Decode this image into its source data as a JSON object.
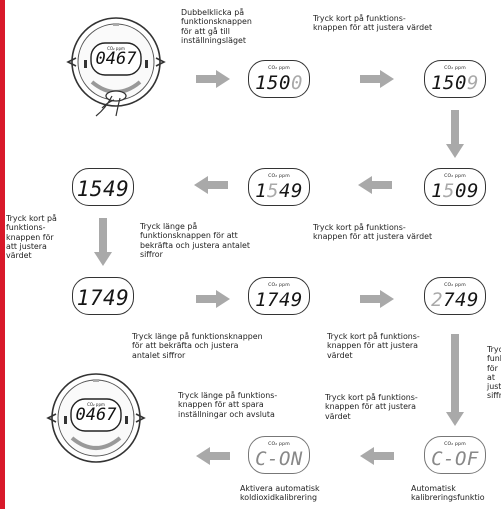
{
  "colors": {
    "arrow": "#a9a9a9",
    "accent_bar": "#d8192a",
    "display_border": "#333333"
  },
  "steps": [
    {
      "label": "Dubbelklicka på\nfunktionsknappen\nför att gå till\ninställningsläget"
    },
    {
      "label": "Tryck kort på funktions-\nknappen för att justera värdet"
    },
    {
      "label": "Tryck kort på funktions-\nknappen för att justera värdet"
    },
    {
      "label": "Tryck länge på\nfunktionsknappen för att\nbekräfta och justera antalet\nsiffror"
    },
    {
      "label": "Tryck kort på\nfunktions-\nknappen för\natt justera\nvärdet"
    },
    {
      "label": "Tryck länge på funktionsknappen\nför att bekräfta och justera\nantalet siffror"
    },
    {
      "label": "Tryck kort på funktions-\nknappen för att justera\nvärdet"
    },
    {
      "label": "Tryck\nfunkt\nför at\njuste\nsiffr"
    },
    {
      "label": "Tryck kort på funktions-\nknappen för att justera\nvärdet"
    },
    {
      "label": "Tryck länge på funktions-\nknappen för att spara\ninställningar och avsluta"
    },
    {
      "label": "Aktivera automatisk\nkoldioxidkalibrering"
    },
    {
      "label": "Automatisk\nkalibreringsfunktio"
    }
  ],
  "displays": {
    "unit_co2": "CO₂",
    "unit_ppm": "ppm",
    "d1": {
      "a": "150",
      "b": "0"
    },
    "d2": {
      "a": "150",
      "b": "9"
    },
    "d3": {
      "a": "1",
      "b": "5",
      "c": "09"
    },
    "d4": {
      "a": "1",
      "b": "5",
      "c": "49"
    },
    "d5": "1549",
    "d6": "1749",
    "d7": "1749",
    "d8": {
      "a": "2",
      "b": "749"
    },
    "d9": "C-ON",
    "d10": "C-OF"
  },
  "devices": {
    "value": "0467",
    "unit": "CO₂  ppm"
  }
}
